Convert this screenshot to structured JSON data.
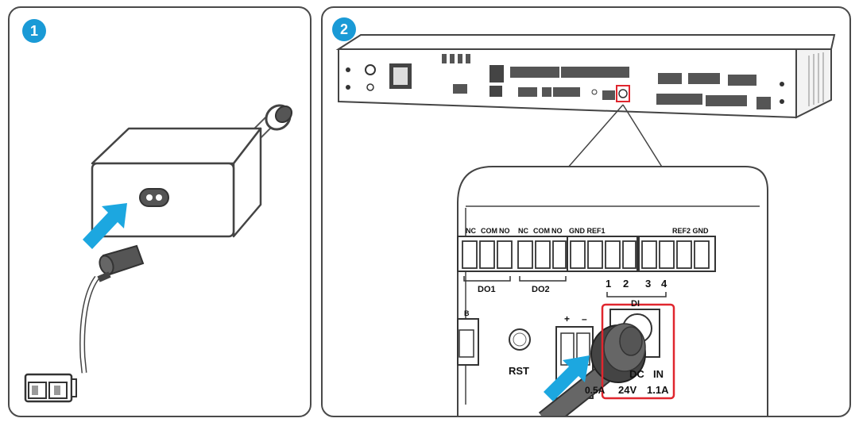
{
  "colors": {
    "badge": "#1a9ad6",
    "arrow": "#1ca7e0",
    "highlight": "#e0262e",
    "outline": "#4a4a4a"
  },
  "steps": [
    {
      "number": "1"
    },
    {
      "number": "2"
    }
  ],
  "terminals": {
    "nc1": "NC",
    "com1": "COM",
    "no1": "NO",
    "nc2": "NC",
    "com2": "COM",
    "no2": "NO",
    "gnd_ref1": "GND REF1",
    "ref2_gnd": "REF2 GND",
    "do1": "DO1",
    "do2": "DO2",
    "di_numbers": [
      "1",
      "2",
      "3",
      "4"
    ],
    "di": "DI",
    "b": "B",
    "plus": "+",
    "minus": "–",
    "rst": "RST",
    "current_partial": "0.5A",
    "dc": "DC",
    "in": "IN",
    "voltage": "24V",
    "current": "1.1A"
  }
}
